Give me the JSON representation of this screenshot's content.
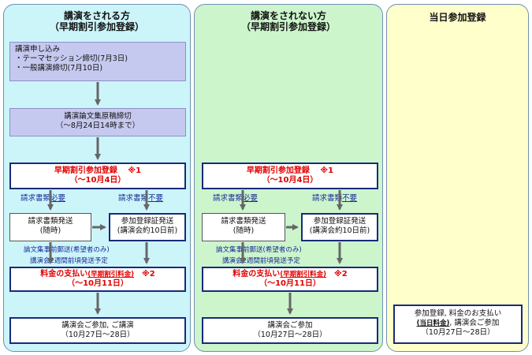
{
  "columns": {
    "speaker": {
      "title": "講演をされる方",
      "subtitle": "（早期割引参加登録）",
      "application": {
        "title": "講演申し込み",
        "line1": "・テーマセッション締切(7月3日)",
        "line2": "・一般講演締切(7月10日)"
      },
      "manuscript": {
        "line1": "講演論文集原稿締切",
        "line2": "（～8月24日14時まで）"
      },
      "early_reg": {
        "line1": "早期割引参加登録　 ※1",
        "line2": "（～10月4日）"
      },
      "req_needed": {
        "prefix": "請求書類",
        "key": "必要"
      },
      "req_not_needed": {
        "prefix": "請求書類",
        "key": "不要"
      },
      "invoice": {
        "line1": "請求書類発送",
        "line2": "(随時)"
      },
      "certificate": {
        "line1": "参加登録証発送",
        "line2": "(講演会約10日前)"
      },
      "note1": "論文集事前郵送(希望者のみ)",
      "note2": "講演会2週間前頃発送予定",
      "payment": {
        "label": "料金の支払い",
        "fee": "(早期割引料金)",
        "mark": "　※2",
        "line2": "（～10月11日）"
      },
      "attend": {
        "line1": "講演会ご参加, ご講演",
        "line2": "（10月27日～28日）"
      }
    },
    "non_speaker": {
      "title": "講演をされない方",
      "subtitle": "（早期割引参加登録）",
      "early_reg": {
        "line1": "早期割引参加登録　 ※1",
        "line2": "（～10月4日）"
      },
      "req_needed": {
        "prefix": "請求書類",
        "key": "必要"
      },
      "req_not_needed": {
        "prefix": "請求書類",
        "key": "不要"
      },
      "invoice": {
        "line1": "請求書類発送",
        "line2": "(随時)"
      },
      "certificate": {
        "line1": "参加登録証発送",
        "line2": "(講演会約10日前)"
      },
      "note1": "論文集事前郵送(希望者のみ)",
      "note2": "講演会2週間前頃発送予定",
      "payment": {
        "label": "料金の支払い",
        "fee": "(早期割引料金)",
        "mark": "　※2",
        "line2": "（～10月11日）"
      },
      "attend": {
        "line1": "講演会ご参加",
        "line2": "（10月27日～28日）"
      }
    },
    "same_day": {
      "title": "当日参加登録",
      "box": {
        "line1": "参加登録, 料金のお支払い",
        "fee": "(当日料金)",
        "line2_rest": ", 講演会ご参加",
        "line3": "（10月27日～28日）"
      }
    }
  },
  "colors": {
    "speaker_bg": "#ccf5fa",
    "non_speaker_bg": "#ccf5cc",
    "same_day_bg": "#ffffcc",
    "lavender": "#c6c9ef",
    "navy": "#1a2a7a",
    "accent_red": "#e00000",
    "link_blue": "#1a2a9a"
  }
}
